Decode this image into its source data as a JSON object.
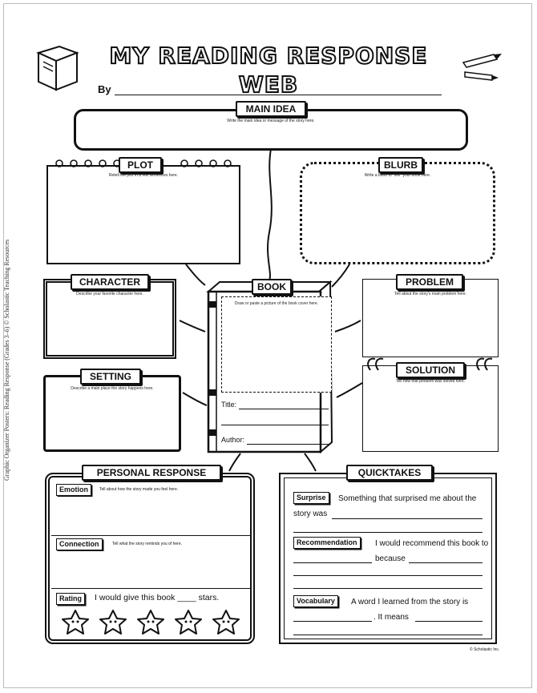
{
  "side_text": "Graphic Organizer Posters: Reading Response (Grades 3–6) © Scholastic Teaching Resources",
  "title": "MY READING RESPONSE WEB",
  "by_label": "By",
  "main_idea": {
    "label": "MAIN IDEA",
    "instruction": "Write the main idea or message of the story here."
  },
  "plot": {
    "label": "PLOT",
    "instruction": "Retell the plot in a few sentences here."
  },
  "blurb": {
    "label": "BLURB",
    "instruction": "Write a blurb to \"sell\" your book here."
  },
  "character": {
    "label": "CHARACTER",
    "instruction": "Describe your favorite character here."
  },
  "setting": {
    "label": "SETTING",
    "instruction": "Describe a main place the story happens here."
  },
  "book": {
    "label": "BOOK",
    "instruction": "Draw or paste a picture of the book cover here.",
    "title_label": "Title:",
    "author_label": "Author:"
  },
  "problem": {
    "label": "PROBLEM",
    "instruction": "Tell about the story's main problem here."
  },
  "solution": {
    "label": "SOLUTION",
    "instruction": "Tell how that problem was solved here."
  },
  "personal_response": {
    "label": "PERSONAL RESPONSE",
    "emotion": {
      "label": "Emotion",
      "instruction": "Tell about how the story made you feel here."
    },
    "connection": {
      "label": "Connection",
      "instruction": "Tell what the story reminds you of here."
    },
    "rating": {
      "label": "Rating",
      "text": "I would give this book ____ stars."
    }
  },
  "quicktakes": {
    "label": "QUICKTAKES",
    "surprise": {
      "label": "Surprise",
      "text1": "Something that surprised me about the",
      "text2": "story was"
    },
    "recommendation": {
      "label": "Recommendation",
      "text1": "I would recommend this book to",
      "text2": "because"
    },
    "vocabulary": {
      "label": "Vocabulary",
      "text1": "A word I learned from the story is",
      "text2": ". It means"
    }
  },
  "copyright": "© Scholastic Inc."
}
